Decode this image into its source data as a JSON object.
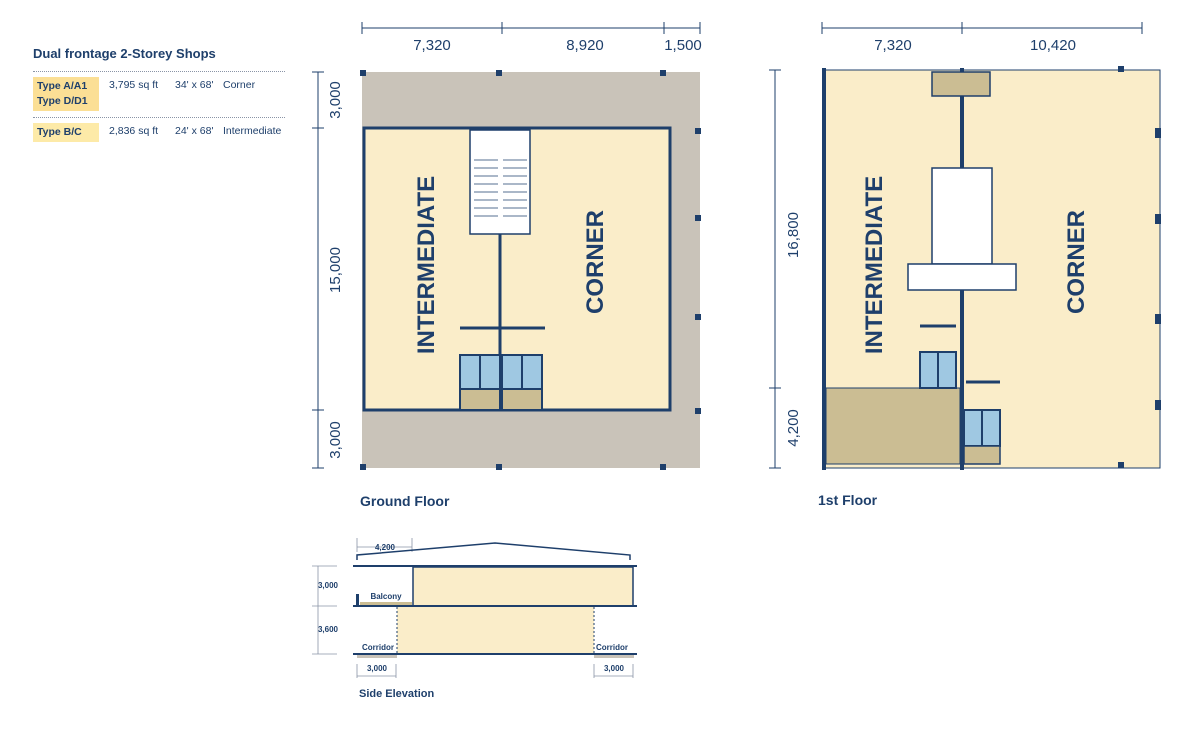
{
  "legend": {
    "title": "Dual frontage 2-Storey Shops",
    "rows": [
      {
        "types": [
          "Type A/A1",
          "Type D/D1"
        ],
        "area": "3,795 sq ft",
        "size": "34' x 68'",
        "position": "Corner"
      },
      {
        "types": [
          "Type B/C"
        ],
        "area": "2,836 sq ft",
        "size": "24' x 68'",
        "position": "Intermediate"
      }
    ]
  },
  "ground_floor": {
    "caption": "Ground Floor",
    "top_dims": [
      "7,320",
      "8,920",
      "1,500"
    ],
    "side_dims": [
      "3,000",
      "15,000",
      "3,000"
    ],
    "unit_left": "INTERMEDIATE",
    "unit_right": "CORNER"
  },
  "first_floor": {
    "caption": "1st Floor",
    "top_dims": [
      "7,320",
      "10,420"
    ],
    "side_dims": [
      "16,800",
      "4,200"
    ],
    "unit_left": "INTERMEDIATE",
    "unit_right": "CORNER"
  },
  "elevation": {
    "caption": "Side Elevation",
    "top_dim": "4,200",
    "side_dims": [
      "3,000",
      "3,600"
    ],
    "bottom_dims": [
      "3,000",
      "3,000"
    ],
    "labels": {
      "balcony": "Balcony",
      "corridor_left": "Corridor",
      "corridor_right": "Corridor"
    }
  },
  "colors": {
    "navy": "#1e3f6b",
    "cream": "#faedc9",
    "grey": "#c9c3b9",
    "tan": "#cbbd93",
    "toilet": "#9fc8e2"
  }
}
